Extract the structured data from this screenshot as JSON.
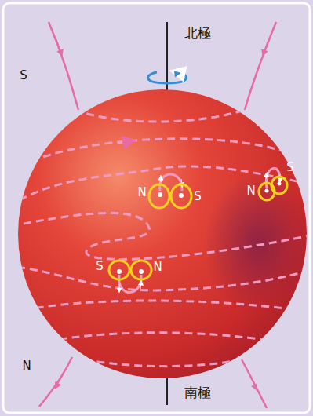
{
  "diagram": {
    "labels": [
      "北極",
      "S",
      "N",
      "S",
      "S",
      "N",
      "S",
      "N",
      "N",
      "南極"
    ]
  }
}
